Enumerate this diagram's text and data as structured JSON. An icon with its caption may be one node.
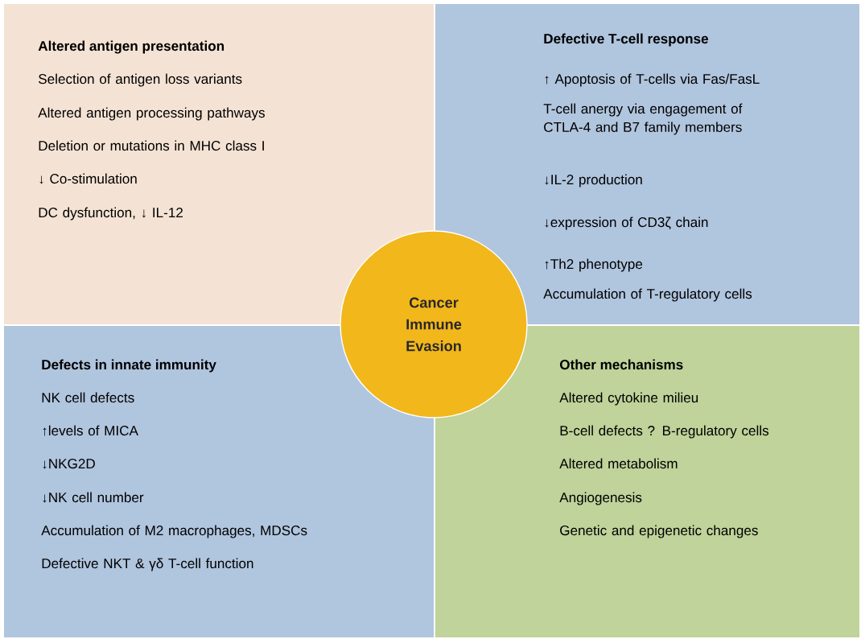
{
  "diagram": {
    "nodes": [
      {
        "text": [
          "Altered antigen presentation",
          "Selection of antigen loss variants",
          "Altered antigen processing pathways",
          "Deletion or mutations in MHC class I",
          "↓  Co-stimulation",
          "DC dysfunction, ↓ IL-12"
        ]
      },
      {
        "text": [
          "Defective T-cell response",
          "↑ Apoptosis of T-cells via Fas/FasL",
          "T-cell anergy via engagement of CTLA-4 and B7 family members",
          "↓IL-2 production",
          "↓expression of CD3ζ chain",
          "↑Th2 phenotype",
          "Accumulation of T-regulatory cells"
        ]
      },
      {
        "text": [
          "Cancer Immune Evasion"
        ]
      },
      {
        "text": [
          "Defects in innate immunity",
          "NK cell defects",
          "↑levels of MICA",
          "↓NKG2D",
          "↓NK cell number",
          "Accumulation of M2 macrophages, MDSCs",
          "Defective NKT & γδ T-cell function"
        ]
      },
      {
        "text": [
          "Other mechanisms",
          "Altered cytokine milieu",
          "B-cell defects ? B-regulatory cells",
          "Altered metabolism",
          "Angiogenesis",
          "Genetic and epigenetic changes"
        ]
      }
    ]
  }
}
